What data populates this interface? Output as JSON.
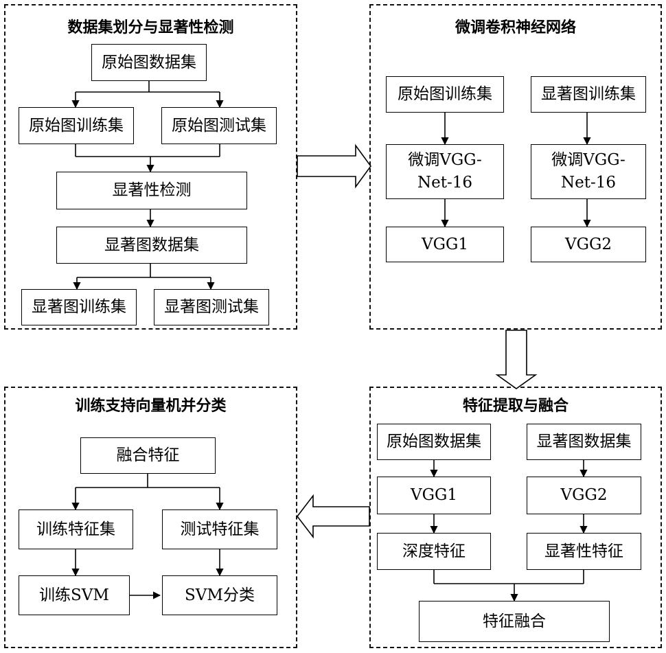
{
  "panels": {
    "split": "数据集划分与显著性检测",
    "finetune": "微调卷积神经网络",
    "extract": "特征提取与融合",
    "svm": "训练支持向量机并分类"
  },
  "split": {
    "original_dataset": "原始图数据集",
    "original_train": "原始图训练集",
    "original_test": "原始图测试集",
    "saliency_detection": "显著性检测",
    "saliency_dataset": "显著图数据集",
    "saliency_train": "显著图训练集",
    "saliency_test": "显著图测试集"
  },
  "finetune": {
    "original_train": "原始图训练集",
    "saliency_train": "显著图训练集",
    "finetune_left": "微调VGG-\nNet-16",
    "finetune_right": "微调VGG-\nNet-16",
    "vgg1": "VGG1",
    "vgg2": "VGG2"
  },
  "extract": {
    "original_dataset": "原始图数据集",
    "saliency_dataset": "显著图数据集",
    "vgg1": "VGG1",
    "vgg2": "VGG2",
    "deep_features": "深度特征",
    "saliency_features": "显著性特征",
    "feature_fusion": "特征融合"
  },
  "svm": {
    "fused_features": "融合特征",
    "train_features": "训练特征集",
    "test_features": "测试特征集",
    "train_svm": "训练SVM",
    "svm_classify": "SVM分类"
  }
}
